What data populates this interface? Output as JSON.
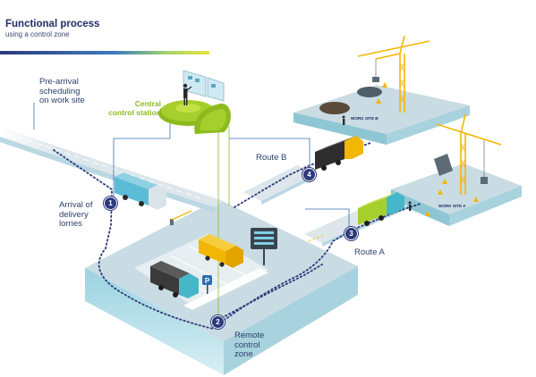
{
  "header": {
    "title": "Functional process",
    "subtitle": "using a control zone"
  },
  "labels": {
    "pre_arrival": "Pre-arrival\nscheduling\non work site",
    "central_control": "Central\ncontrol station",
    "arrival": "Arrival of\ndelivery\nlorries",
    "route_b": "Route B",
    "route_a": "Route A",
    "remote_zone": "Remote\ncontrol\nzone",
    "work_site_b": "WORK SITE B",
    "work_site_a": "WORK SITE A",
    "parking_sign": "P"
  },
  "steps": [
    "1",
    "2",
    "3",
    "4"
  ],
  "colors": {
    "title": "#1e2f63",
    "text": "#2b3f6b",
    "accent_green": "#8dbb1f",
    "badge": "#2c3a7c",
    "route_dots": "#2c3a7c",
    "header_gradient_start": "#2c3a7c",
    "header_gradient_end": "#e7e340",
    "platform_top": "#c9dbe3",
    "platform_side": "#a8c6d3",
    "water": "#7fc6d6"
  }
}
